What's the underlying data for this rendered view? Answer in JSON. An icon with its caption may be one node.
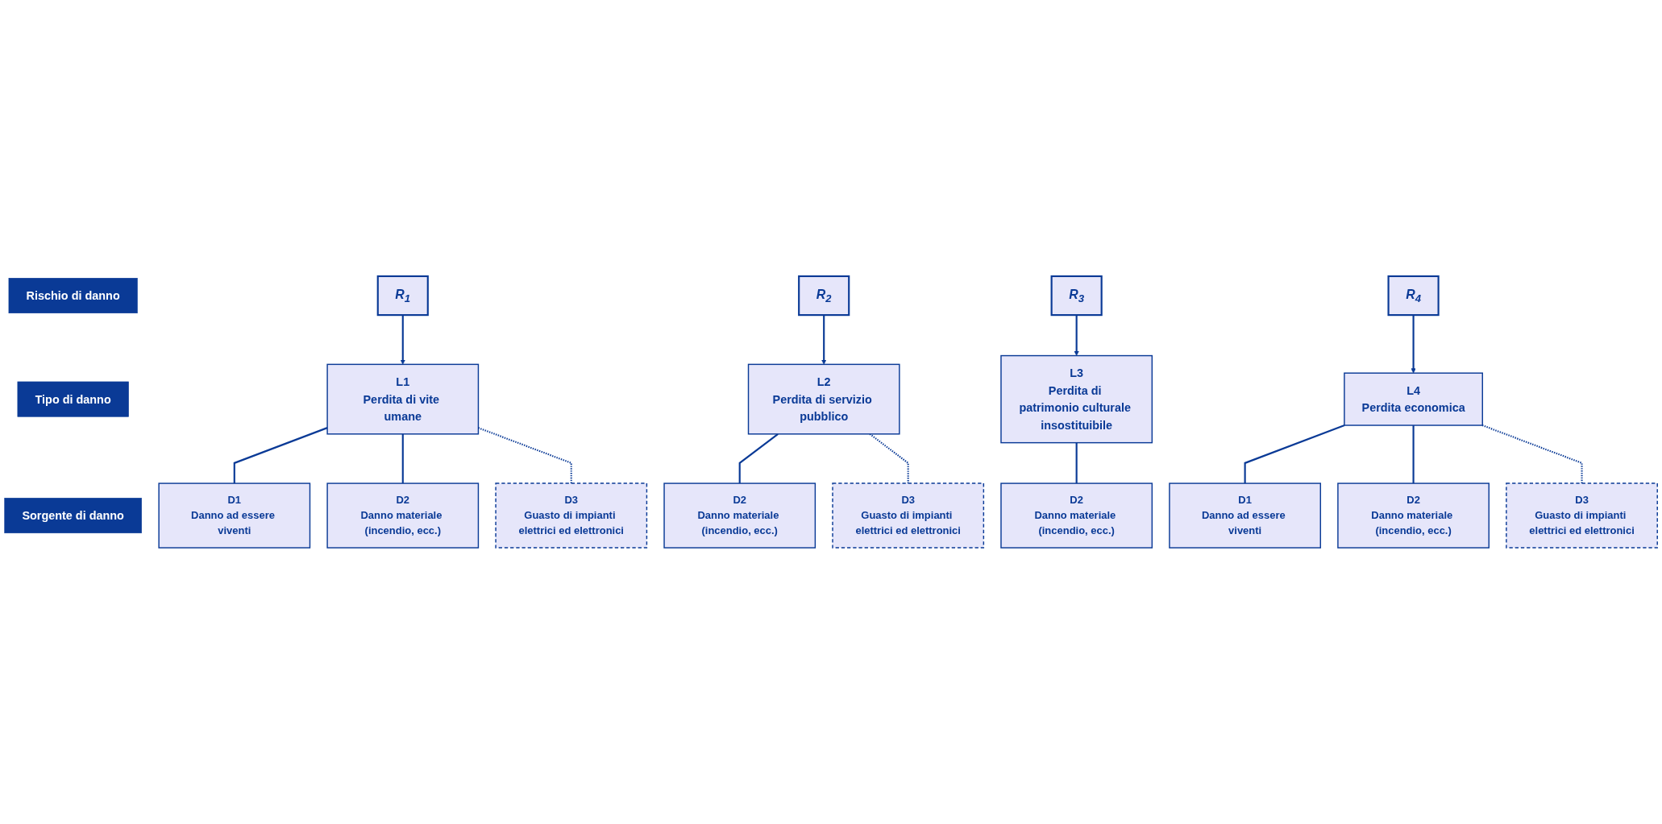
{
  "diagram": {
    "nodes": [
      {
        "text": [
          "Rischio di danno"
        ]
      },
      {
        "text": [
          "R$_{1}$"
        ]
      },
      {
        "text": [
          "R$_{2}$"
        ]
      },
      {
        "text": [
          "R$_{3}$"
        ]
      },
      {
        "text": [
          "R$_{4}$"
        ]
      },
      {
        "text": [
          "Tipo di danno"
        ]
      },
      {
        "text": [
          "L1",
          "Perdita di vite umane"
        ]
      },
      {
        "text": [
          "L2",
          "Perdita di servizio pubblico"
        ]
      },
      {
        "text": [
          "L3",
          "Perdita di patrimonio culturale insostituibile"
        ]
      },
      {
        "text": [
          "L4",
          "Perdita economica"
        ]
      },
      {
        "text": [
          "Sorgente di danno"
        ]
      },
      {
        "text": [
          "D1",
          "Danno ad essere viventi"
        ]
      },
      {
        "text": [
          "D2",
          "Danno materiale (incendio, ecc.)"
        ]
      },
      {
        "text": [
          "D3",
          "Guasto di impianti elettrici ed elettronici"
        ]
      },
      {
        "text": [
          "D2",
          "Danno materiale (incendio, ecc.)"
        ]
      },
      {
        "text": [
          "D3",
          "Guasto di impianti elettrici ed elettronici"
        ]
      },
      {
        "text": [
          "D2",
          "Danno materiale (incendio, ecc.)"
        ]
      },
      {
        "text": [
          "D1",
          "Danno ad essere viventi"
        ]
      },
      {
        "text": [
          "D2",
          "Danno materiale (incendio, ecc.)"
        ]
      },
      {
        "text": [
          "D3",
          "Guasto di impianti elettrici ed elettronici"
        ]
      }
    ],
    "edges": [
      {
        "from": 1,
        "to": 6,
        "arrow": "to"
      },
      {
        "from": 2,
        "to": 7,
        "arrow": "to"
      },
      {
        "from": 3,
        "to": 8,
        "arrow": "to"
      },
      {
        "from": 4,
        "to": 9,
        "arrow": "to"
      },
      {
        "from": 6,
        "to": 11,
        "arrow": "none"
      },
      {
        "from": 6,
        "to": 12,
        "arrow": "none"
      },
      {
        "from": 6,
        "to": 13,
        "arrow": "none",
        "style": "dashed"
      },
      {
        "from": 7,
        "to": 14,
        "arrow": "none"
      },
      {
        "from": 7,
        "to": 15,
        "arrow": "none",
        "style": "dashed"
      },
      {
        "from": 8,
        "to": 16,
        "arrow": "none"
      },
      {
        "from": 9,
        "to": 17,
        "arrow": "none"
      },
      {
        "from": 9,
        "to": 18,
        "arrow": "none"
      },
      {
        "from": 9,
        "to": 19,
        "arrow": "none",
        "style": "dashed"
      }
    ]
  }
}
